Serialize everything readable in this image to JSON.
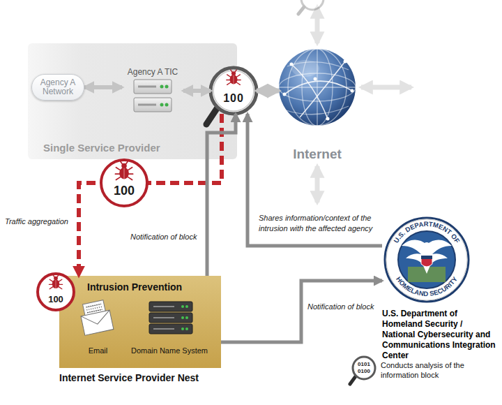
{
  "diagram": {
    "nodes": [
      {
        "text": [
          "Single Service Provider"
        ]
      },
      {
        "text": [
          "Agency A Network"
        ],
        "in": 0
      },
      {
        "text": [
          "Agency A TIC"
        ],
        "in": 0
      },
      {
        "text": [
          "100"
        ],
        "in": 0
      },
      {
        "text": [
          "Internet"
        ]
      },
      {
        "text": [
          "Intrusion Prevention",
          "Internet Service Provider Nest"
        ]
      },
      {
        "text": [
          "Email"
        ],
        "in": 5
      },
      {
        "text": [
          "Domain Name System"
        ],
        "in": 5
      },
      {
        "text": [
          "U.S. Department of Homeland Security / National Cybersecurity and Communications Integration Center"
        ]
      }
    ],
    "edges": [
      {
        "from": 2,
        "to": 1,
        "arrow": "both"
      },
      {
        "from": 3,
        "to": 2,
        "arrow": "both"
      },
      {
        "from": 4,
        "to": 3,
        "arrow": "both"
      },
      {
        "from": 3,
        "to": 5,
        "arrow": "to",
        "label": "Traffic aggregation"
      },
      {
        "from": 5,
        "to": 3,
        "arrow": "to",
        "label": "Notification of block"
      },
      {
        "from": 8,
        "to": 3,
        "arrow": "to",
        "label": "Shares information/context of the intrusion with the affected agency"
      },
      {
        "from": 5,
        "to": 8,
        "arrow": "to",
        "label": "Notification of block"
      }
    ],
    "labels": [
      "100",
      "100",
      "U.S. DEPARTMENT OF",
      "HOMELAND SECURITY",
      "0101",
      "0100"
    ],
    "legend": [
      {
        "text": "Conducts analysis of the information block"
      }
    ]
  }
}
